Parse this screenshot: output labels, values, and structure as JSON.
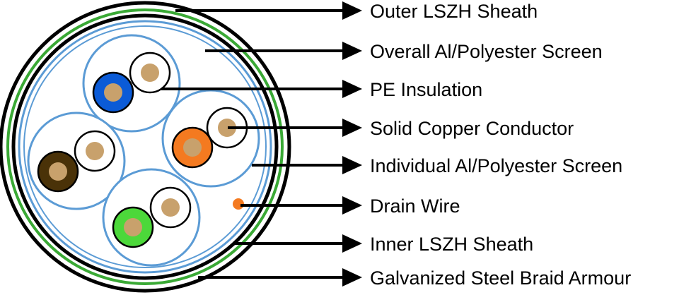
{
  "labels": {
    "outer_sheath": "Outer LSZH Sheath",
    "overall_screen": "Overall Al/Polyester Screen",
    "pe_insulation": "PE Insulation",
    "conductor": "Solid Copper Conductor",
    "individual_screen": "Individual Al/Polyester Screen",
    "drain_wire": "Drain Wire",
    "inner_sheath": "Inner LSZH Sheath",
    "armour": "Galvanized Steel Braid Armour"
  },
  "colors": {
    "outline": "#000000",
    "armour_braid": "#3aa935",
    "screen": "#5b9bd5",
    "copper": "#c8a16c",
    "insulation_white": "#ffffff",
    "pair_blue": "#0b5bd7",
    "pair_orange": "#f47a20",
    "pair_brown": "#4a3208",
    "pair_green": "#4cd83a",
    "drain_wire": "#f47a20"
  }
}
